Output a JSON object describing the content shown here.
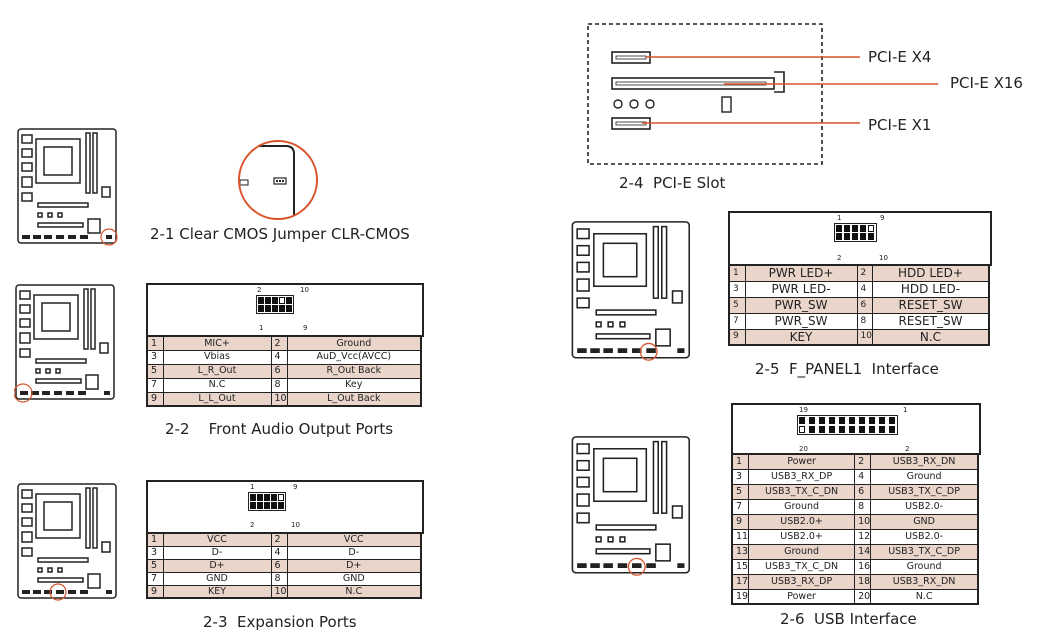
{
  "sections": {
    "cmos": {
      "caption": "2-1 Clear CMOS Jumper CLR-CMOS"
    },
    "audio": {
      "caption": "2-2    Front Audio Output Ports",
      "header_top_labels": [
        "2",
        "10"
      ],
      "header_bottom_labels": [
        "1",
        "9"
      ],
      "rows": [
        [
          "1",
          "MIC+",
          "2",
          "Ground"
        ],
        [
          "3",
          "Vbias",
          "4",
          "AuD_Vcc(AVCC)"
        ],
        [
          "5",
          "L_R_Out",
          "6",
          "R_Out Back"
        ],
        [
          "7",
          "N.C",
          "8",
          "Key"
        ],
        [
          "9",
          "L_L_Out",
          "10",
          "L_Out Back"
        ]
      ]
    },
    "expansion": {
      "caption": "2-3  Expansion Ports",
      "header_top_labels": [
        "1",
        "9"
      ],
      "header_bottom_labels": [
        "2",
        "10"
      ],
      "rows": [
        [
          "1",
          "VCC",
          "2",
          "VCC"
        ],
        [
          "3",
          "D-",
          "4",
          "D-"
        ],
        [
          "5",
          "D+",
          "6",
          "D+"
        ],
        [
          "7",
          "GND",
          "8",
          "GND"
        ],
        [
          "9",
          "KEY",
          "10",
          "N.C"
        ]
      ]
    },
    "pcie": {
      "caption": "2-4  PCI-E Slot",
      "labels": [
        "PCI-E X4",
        "PCI-E X16",
        "PCI-E X1"
      ]
    },
    "fpanel": {
      "caption": "2-5  F_PANEL1  Interface",
      "header_top_labels": [
        "1",
        "9"
      ],
      "header_bottom_labels": [
        "2",
        "10"
      ],
      "rows": [
        [
          "1",
          "PWR LED+",
          "2",
          "HDD LED+"
        ],
        [
          "3",
          "PWR LED-",
          "4",
          "HDD LED-"
        ],
        [
          "5",
          "PWR_SW",
          "6",
          "RESET_SW"
        ],
        [
          "7",
          "PWR_SW",
          "8",
          "RESET_SW"
        ],
        [
          "9",
          "KEY",
          "10",
          "N.C"
        ]
      ]
    },
    "usb": {
      "caption": "2-6  USB Interface",
      "header_top_labels": [
        "19",
        "1"
      ],
      "header_bottom_labels": [
        "20",
        "2"
      ],
      "rows": [
        [
          "1",
          "Power",
          "2",
          "USB3_RX_DN"
        ],
        [
          "3",
          "USB3_RX_DP",
          "4",
          "Ground"
        ],
        [
          "5",
          "USB3_TX_C_DN",
          "6",
          "USB3_TX_C_DP"
        ],
        [
          "7",
          "Ground",
          "8",
          "USB2.0-"
        ],
        [
          "9",
          "USB2.0+",
          "10",
          "GND"
        ],
        [
          "11",
          "USB2.0+",
          "12",
          "USB2.0-"
        ],
        [
          "13",
          "Ground",
          "14",
          "USB3_TX_C_DP"
        ],
        [
          "15",
          "USB3_TX_C_DN",
          "16",
          "Ground"
        ],
        [
          "17",
          "USB3_RX_DP",
          "18",
          "USB3_RX_DN"
        ],
        [
          "19",
          "Power",
          "20",
          "N.C"
        ]
      ]
    }
  },
  "colors": {
    "accent": "#d9542c",
    "shade": "#e9d5ca",
    "line": "#222222"
  },
  "icons": [
    "motherboard-icon",
    "highlight-circle-icon",
    "pin-header-icon",
    "pcie-slot-icon"
  ]
}
